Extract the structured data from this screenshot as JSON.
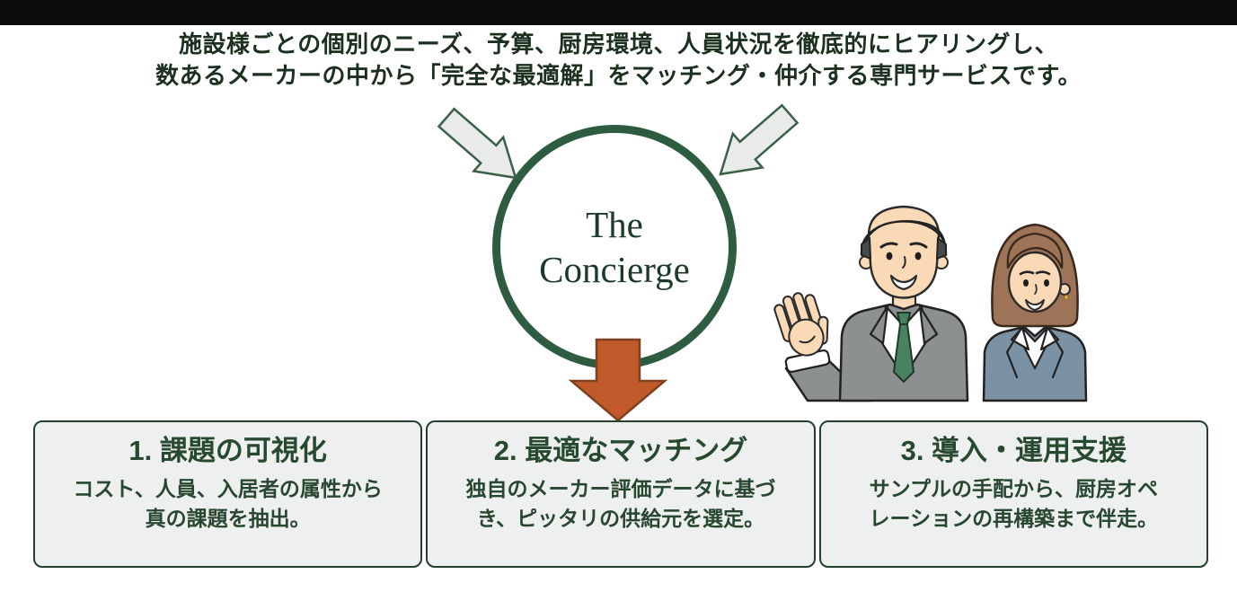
{
  "header": {
    "line1": "施設様ごとの個別のニーズ、予算、厨房環境、人員状況を徹底的にヒアリングし、",
    "line2": "数あるメーカーの中から「完全な最適解」をマッチング・仲介する専門サービスです。"
  },
  "hub": {
    "line1": "The",
    "line2": "Concierge"
  },
  "steps": [
    {
      "title": "1. 課題の可視化",
      "body_line1": "コスト、人員、入居者の属性から",
      "body_line2": "真の課題を抽出。"
    },
    {
      "title": "2. 最適なマッチング",
      "body_line1": "独自のメーカー評価データに基づ",
      "body_line2": "き、ピッタリの供給元を選定。"
    },
    {
      "title": "3. 導入・運用支援",
      "body_line1": "サンプルの手配から、厨房オペ",
      "body_line2": "レーションの再構築まで伴走。"
    }
  ],
  "icons": {
    "inflow_left": "block-arrow-pointing-down-right",
    "inflow_right": "block-arrow-pointing-down-left",
    "outflow": "block-arrow-pointing-down",
    "illustration": "two-business-staff-greeting"
  },
  "colors": {
    "top_bar": "#0b0b0b",
    "accent_green": "#2d5c40",
    "text_green": "#1c301f",
    "hub_text": "#1d3a29",
    "inflow_arrow_fill": "#e8ebe9",
    "inflow_arrow_outline": "#3c5f48",
    "down_arrow_fill": "#c05a2b",
    "down_arrow_outline": "#7e411e",
    "box_fill": "#edf0ee",
    "box_border": "#22402c",
    "suit_gray": "#8c9090",
    "tie_green": "#49825e",
    "blazer_blue": "#7b91a4",
    "hair_brown": "#9e7458",
    "skin": "#f9d9b6"
  }
}
